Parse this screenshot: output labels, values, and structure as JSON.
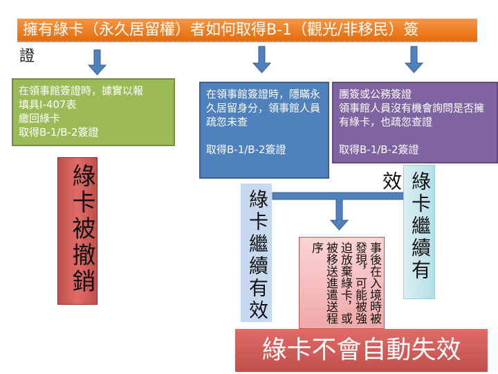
{
  "title": {
    "line1": "擁有綠卡（永久居留權）者如何取得B-1（觀光/非移民）簽",
    "line2": "證"
  },
  "boxes": {
    "green": "在領事館簽證時，據實以報\n填具I-407表\n繳回綠卡\n取得B-1/B-2簽證",
    "blue": "在領事館簽證時，隱瞞永久居留身分，領事館人員疏忽未查\n\n取得B-1/B-2簽證",
    "purple": "團簽或公務簽證\n領事館人員沒有機會詢問是否擁有綠卡，也疏忽查證\n\n取得B-1/B-2簽證"
  },
  "outcomes": {
    "revoked": "綠卡被撤銷",
    "valid_left": "綠卡繼續有效",
    "valid_right": "綠卡繼續有效",
    "consequence": "事後在入境時被發現，可能被強迫放棄綠卡，或被移送進遣送程序",
    "not_auto_void": "綠卡不會自動失效"
  },
  "colors": {
    "title": "#e46c0a",
    "green": "#9bbb59",
    "blue": "#4f81bd",
    "purple": "#8064a2",
    "red": "#c0504d",
    "arrow": "#4f81bd"
  }
}
